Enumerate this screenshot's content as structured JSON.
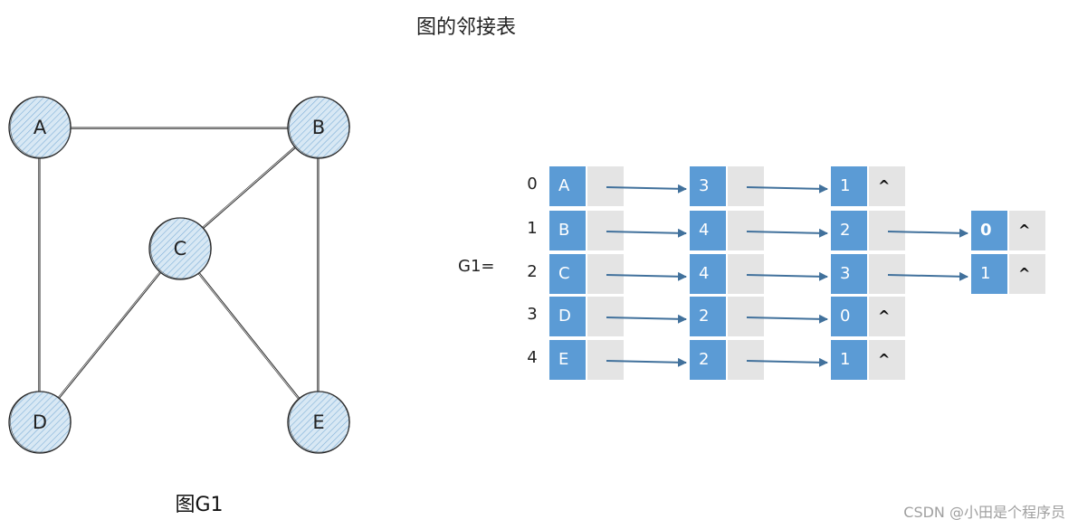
{
  "title": "图的邻接表",
  "graph": {
    "caption": "图G1",
    "vertices": [
      {
        "id": "A",
        "label": "A"
      },
      {
        "id": "B",
        "label": "B"
      },
      {
        "id": "C",
        "label": "C"
      },
      {
        "id": "D",
        "label": "D"
      },
      {
        "id": "E",
        "label": "E"
      }
    ],
    "edges": [
      [
        "A",
        "B"
      ],
      [
        "A",
        "D"
      ],
      [
        "B",
        "C"
      ],
      [
        "B",
        "E"
      ],
      [
        "C",
        "D"
      ],
      [
        "C",
        "E"
      ]
    ]
  },
  "adjacency_list": {
    "label": "G1=",
    "rows": [
      {
        "index": "0",
        "vertex": "A",
        "neighbors": [
          "3",
          "1"
        ],
        "end": "^"
      },
      {
        "index": "1",
        "vertex": "B",
        "neighbors": [
          "4",
          "2",
          "0"
        ],
        "end": "^"
      },
      {
        "index": "2",
        "vertex": "C",
        "neighbors": [
          "4",
          "3",
          "1"
        ],
        "end": "^"
      },
      {
        "index": "3",
        "vertex": "D",
        "neighbors": [
          "2",
          "0"
        ],
        "end": "^"
      },
      {
        "index": "4",
        "vertex": "E",
        "neighbors": [
          "2",
          "1"
        ],
        "end": "^"
      }
    ]
  },
  "colors": {
    "node_fill": "#d8e8f4",
    "node_hatch": "#7fb0d8",
    "cell_blue": "#5b9bd5",
    "cell_grey": "#e4e4e4",
    "arrow": "#41719c"
  },
  "watermark": "CSDN @小田是个程序员"
}
